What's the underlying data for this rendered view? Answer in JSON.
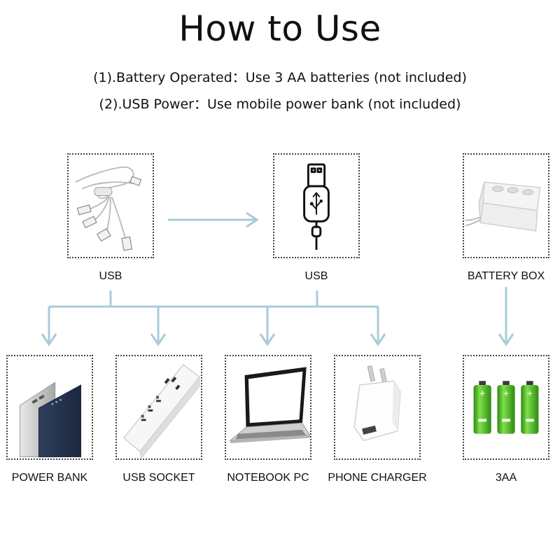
{
  "title": "How to Use",
  "instructions": [
    "(1).Battery Operated：Use 3 AA batteries (not included)",
    "(2).USB Power：Use mobile power bank (not included)"
  ],
  "top_row": {
    "usb_cable": "USB",
    "usb_plug": "USB",
    "battery_box": "BATTERY BOX"
  },
  "bottom_row": {
    "power_bank": "POWER BANK",
    "usb_socket": "USB SOCKET",
    "notebook_pc": "NOTEBOOK PC",
    "phone_charger": "PHONE CHARGER",
    "batteries": "3AA"
  },
  "colors": {
    "connector": "#a9cbd9",
    "battery_green": "#4cc21f",
    "text": "#111111"
  },
  "icons": [
    "usb-cable-icon",
    "usb-plug-icon",
    "battery-box-icon",
    "power-bank-icon",
    "usb-socket-icon",
    "laptop-icon",
    "phone-charger-icon",
    "aa-batteries-icon"
  ]
}
